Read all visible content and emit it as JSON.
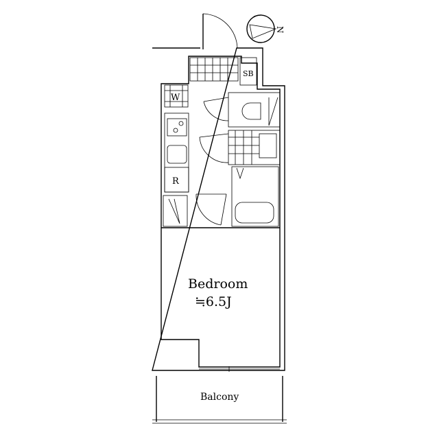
{
  "plan": {
    "compass_label": "N",
    "rooms": {
      "storage": "SB",
      "washer": "W",
      "fridge": "R",
      "bedroom": "Bedroom",
      "bedroom_size": "≒6.5J",
      "balcony": "Balcony"
    }
  }
}
